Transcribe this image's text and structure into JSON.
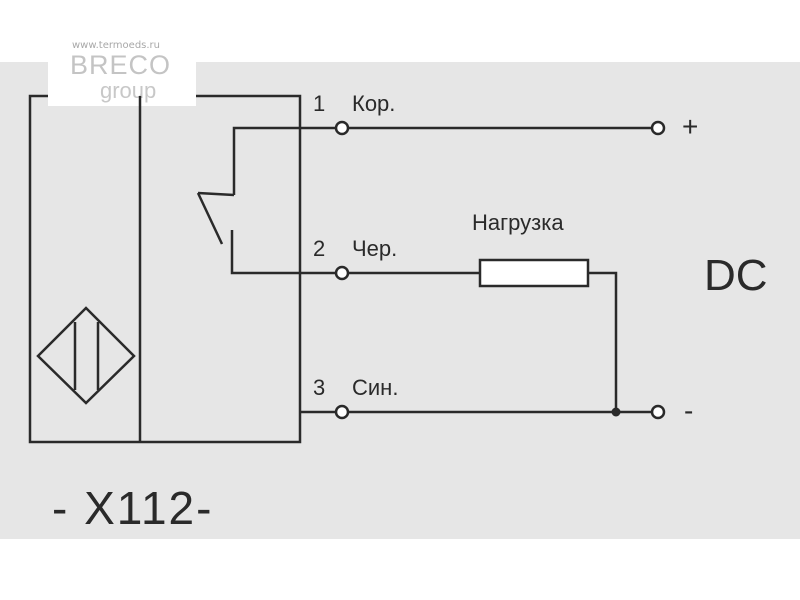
{
  "watermark": {
    "url": "www.termoeds.ru",
    "brand": "BRECO",
    "sub": "group"
  },
  "terminals": [
    {
      "number": "1",
      "label": "Кор."
    },
    {
      "number": "2",
      "label": "Чер."
    },
    {
      "number": "3",
      "label": "Син."
    }
  ],
  "load_label": "Нагрузка",
  "supply": {
    "plus": "+",
    "minus": "-",
    "type": "DC"
  },
  "model": "- X112-"
}
